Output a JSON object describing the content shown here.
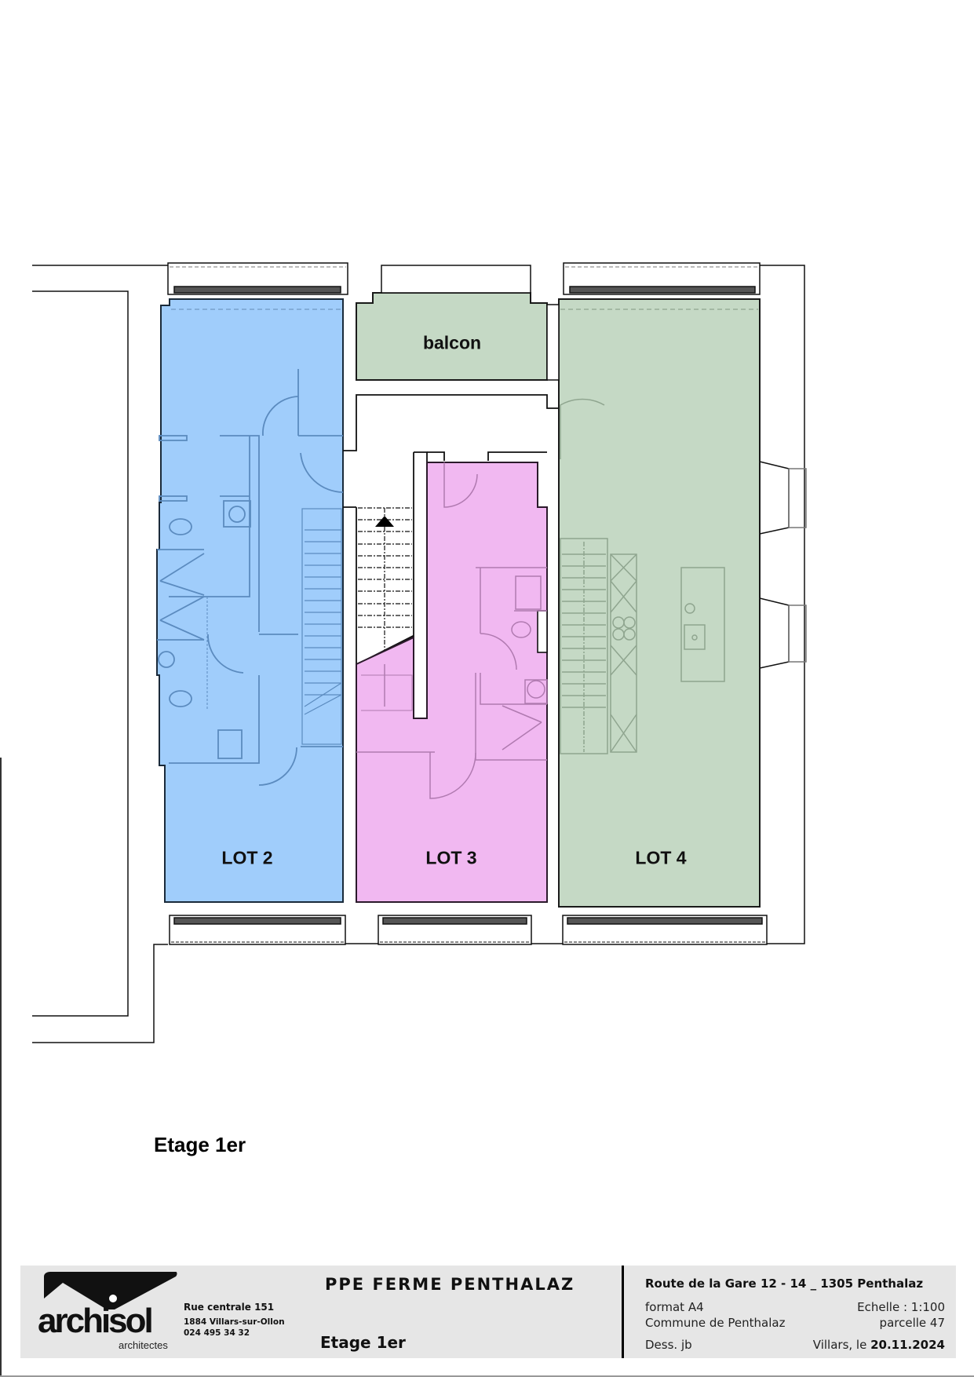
{
  "plan": {
    "colors": {
      "lot2": "#a0cdfb",
      "lot3": "#f1b8f1",
      "lot4": "#c5d9c5",
      "balcon": "#c5d9c5",
      "wall": "#1a1a1a",
      "fixture_lot2": "#5b8bbf",
      "fixture_lot3": "#b07ab0",
      "fixture_lot4": "#8fa58f"
    },
    "rooms": [
      {
        "id": "lot2",
        "label": "LOT 2"
      },
      {
        "id": "lot3",
        "label": "LOT 3"
      },
      {
        "id": "lot4",
        "label": "LOT 4"
      },
      {
        "id": "balcon",
        "label": "balcon"
      }
    ],
    "floor_label": "Etage 1er"
  },
  "title_block": {
    "logo": {
      "word": "archisol",
      "subtitle": "architectes"
    },
    "office_address": {
      "street": "Rue centrale 151",
      "city": "1884 Villars-sur-Ollon",
      "phone": "024 495 34 32"
    },
    "project_title": "PPE FERME PENTHALAZ",
    "drawing_title": "Etage 1er",
    "site_address": "Route de la Gare 12 - 14 _ 1305 Penthalaz",
    "format": "format A4",
    "scale": "Echelle : 1:100",
    "commune": "Commune de Penthalaz",
    "parcel": "parcelle 47",
    "drawn_by": "Dess. jb",
    "date_prefix": "Villars, le ",
    "date": "20.11.2024"
  }
}
